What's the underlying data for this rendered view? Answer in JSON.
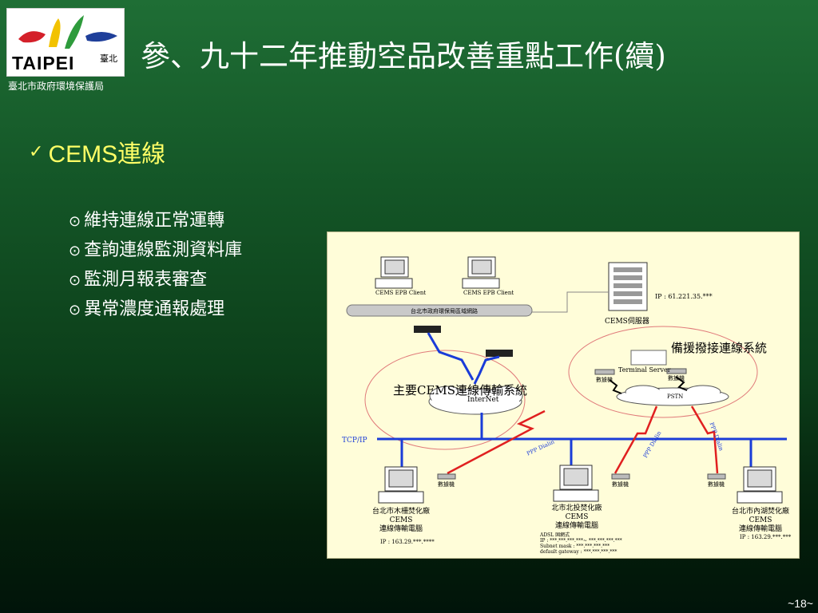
{
  "header": {
    "logo_text": "TAIPEI",
    "logo_subtext": "臺北",
    "agency": "臺北市政府環境保護局",
    "title": "參、九十二年推動空品改善重點工作(續)"
  },
  "section": {
    "check_icon": "check-mark-icon",
    "heading": "CEMS連線",
    "items": [
      {
        "icon": "circled-dot-icon",
        "label": "維持連線正常運轉"
      },
      {
        "icon": "circled-dot-icon",
        "label": "查詢連線監測資料庫"
      },
      {
        "icon": "circled-dot-icon",
        "label": "監測月報表審查"
      },
      {
        "icon": "circled-dot-icon",
        "label": "異常濃度通報處理"
      }
    ]
  },
  "diagram": {
    "client1": "CEMS EPB Client",
    "client2": "CEMS EPB Client",
    "lan_label": "台北市政府環保局區域網路",
    "server_ip": "IP : 61.221.35.***",
    "server_label": "CEMS伺服器",
    "backup_system": "備援撥接連線系統",
    "terminal_server": "Terminal Server",
    "modem_left": "數據機",
    "modem_right": "數據機",
    "pstn": "PSTN",
    "main_system": "主要CEMS連線傳輸系統",
    "internet": "InterNet",
    "tcpip": "TCP/IP",
    "ppp_left": "PPP Dialin",
    "ppp_mid": "PPP Dialin",
    "ppp_right": "PPP Dialin",
    "site_modem_1": "數據機",
    "site_modem_2": "數據機",
    "site_modem_3": "數據機",
    "site1": {
      "line1": "台北市木柵焚化廠",
      "line2": "CEMS",
      "line3": "連線傳輸電腦",
      "ip": "IP : 163.29.***.****"
    },
    "site2": {
      "line1": "北市北投焚化廠",
      "line2": "CEMS",
      "line3": "連線傳輸電腦",
      "adsl1": "ADSL 固網式",
      "adsl2": "IP : ***.***.***.***~ ***.***.***.***",
      "adsl3": "Subnet mask : ***.***.***.***",
      "adsl4": "default gateway : ***.***.***.***"
    },
    "site3": {
      "line1": "台北市內湖焚化廠",
      "line2": "CEMS",
      "line3": "連線傳輸電腦",
      "ip": "IP : 163.29.***.***"
    }
  },
  "footer": {
    "page": "~18~"
  }
}
